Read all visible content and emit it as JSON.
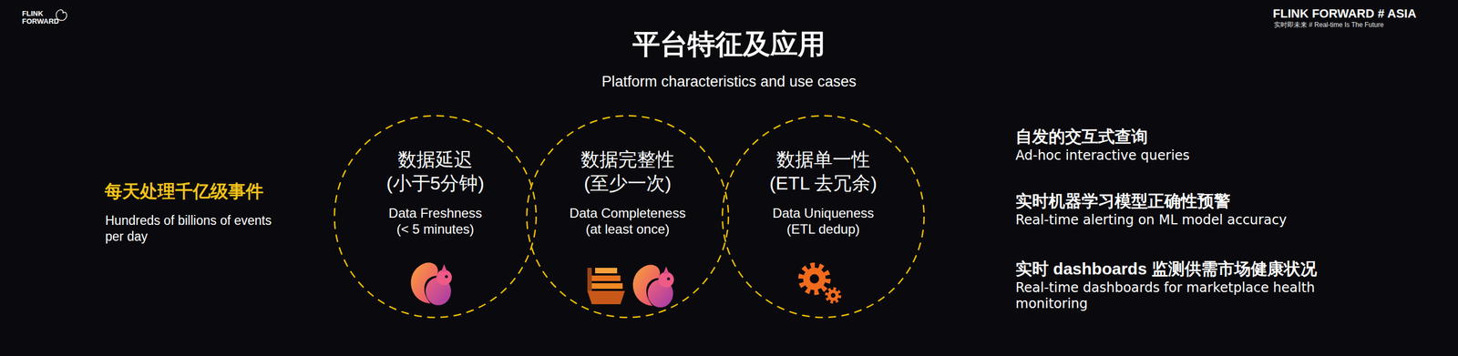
{
  "diagram": {
    "title": "平台特征及应用",
    "nodes": [
      {
        "text": [
          "数据延迟 (小于5分钟)",
          "Data Freshness (< 5 minutes)"
        ]
      },
      {
        "text": [
          "数据完整性 (至少一次)",
          "Data Completeness (at least once)"
        ]
      },
      {
        "text": [
          "数据单一性 (ETL 去冗余)",
          "Data Uniqueness (ETL dedup)"
        ]
      }
    ],
    "labels": [
      "FLINK FORWARD",
      "FLINK FORWARD # ASIA",
      "实时即未来 # Real-time Is The Future",
      "Platform characteristics and use cases",
      "每天处理千亿级事件",
      "Hundreds of billions of events per day",
      "自发的交互式查询",
      "Ad-hoc interactive queries",
      "实时机器学习模型正确性预警",
      "Real-time alerting on ML model accuracy",
      "实时 dashboards 监测供需市场健康状况",
      "Real-time dashboards for marketplace health monitoring"
    ]
  }
}
